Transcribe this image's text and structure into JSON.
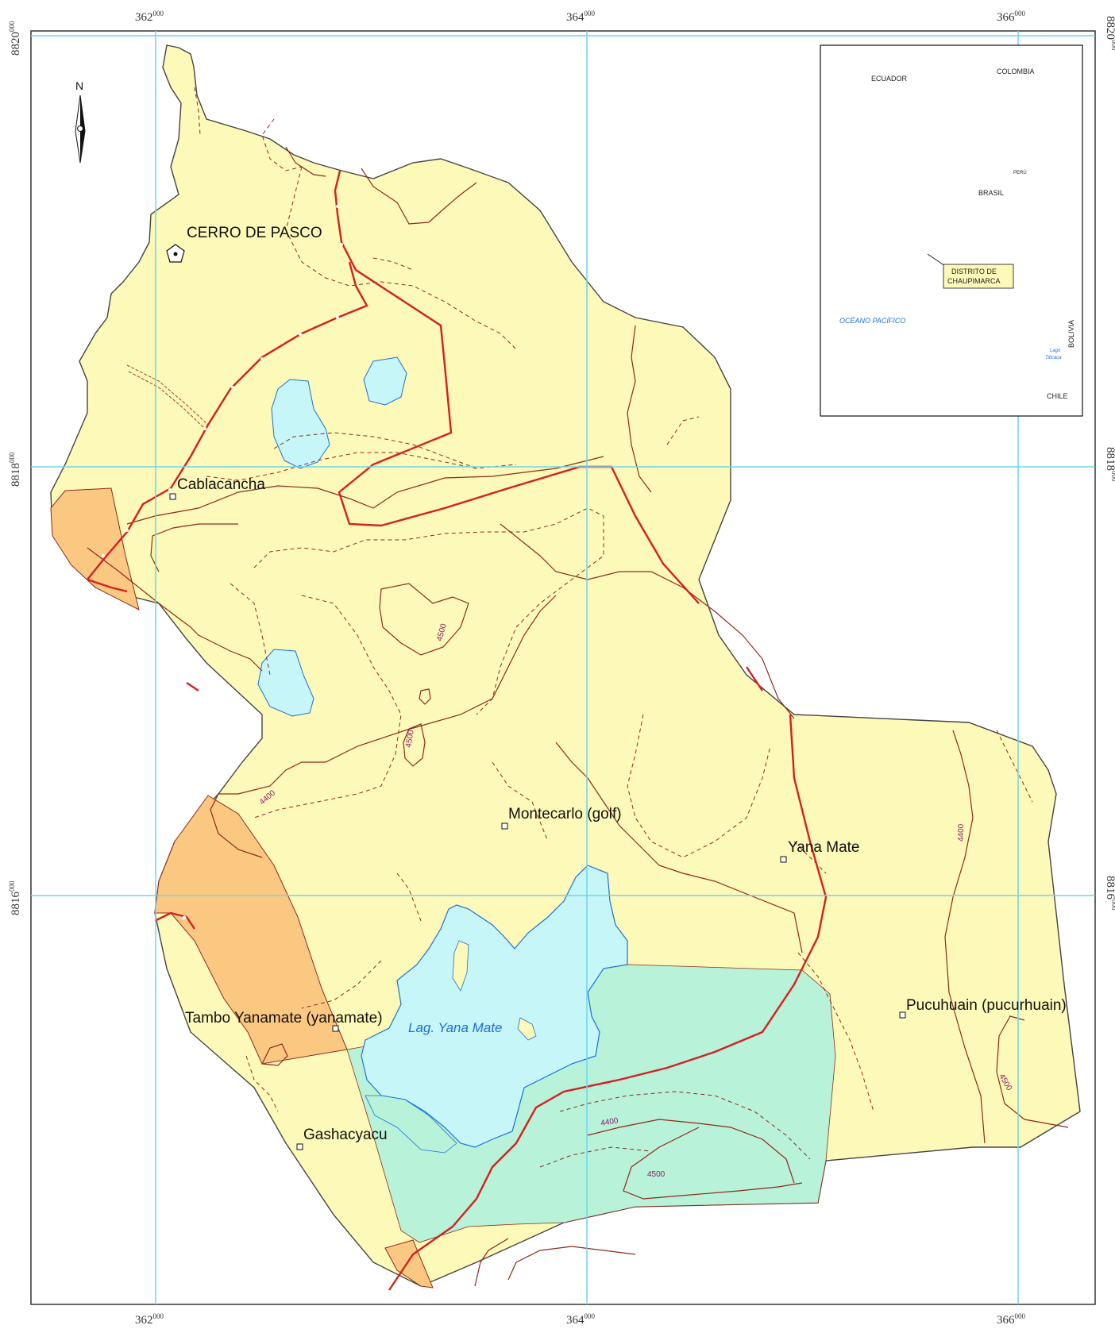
{
  "colors": {
    "land": "#fdf9b8",
    "orange_zone": "#fbc882",
    "green_zone": "#b8f2d8",
    "lake": "#c6f6f8",
    "contour": "#8b2b1c",
    "road": "#d42020",
    "grid": "#6fd6ec",
    "lake_text": "#1e6fd6"
  },
  "grid_labels": {
    "top": [
      "362000",
      "364000",
      "366000"
    ],
    "bottom": [
      "362000",
      "364000",
      "366000"
    ],
    "left": [
      "8820000",
      "8818000",
      "8816000"
    ],
    "right": [
      "8820000",
      "8818000",
      "8816000"
    ]
  },
  "north_arrow": {
    "label": "N",
    "icon": "north-arrow-icon"
  },
  "places": [
    {
      "id": "cerro-de-pasco",
      "label": "CERRO DE PASCO",
      "symbol": "pentagon-dot"
    },
    {
      "id": "cablacancha",
      "label": "Cablacancha",
      "symbol": "square"
    },
    {
      "id": "montecarlo",
      "label": "Montecarlo (golf)",
      "symbol": "square"
    },
    {
      "id": "yana-mate",
      "label": "Yana Mate",
      "symbol": "square"
    },
    {
      "id": "pucuhuain",
      "label": "Pucuhuain (pucurhuain)",
      "symbol": "square"
    },
    {
      "id": "tambo-yanamate",
      "label": "Tambo Yanamate (yanamate)",
      "symbol": "square"
    },
    {
      "id": "gashacyacu",
      "label": "Gashacyacu",
      "symbol": "square"
    }
  ],
  "water_labels": {
    "lag_yana_mate": "Lag. Yana Mate"
  },
  "contour_labels": [
    "4500",
    "4500",
    "4400",
    "4400",
    "4400",
    "4500",
    "4500"
  ],
  "inset": {
    "countries": [
      "ECUADOR",
      "COLOMBIA",
      "PERÚ",
      "BRASIL",
      "BOLIVIA",
      "CHILE"
    ],
    "district": [
      "DISTRITO DE",
      "CHAUPIMARCA"
    ],
    "ocean": "OCÉANO PACÍFICO",
    "lake": [
      "Lago",
      "Titicaca"
    ]
  }
}
